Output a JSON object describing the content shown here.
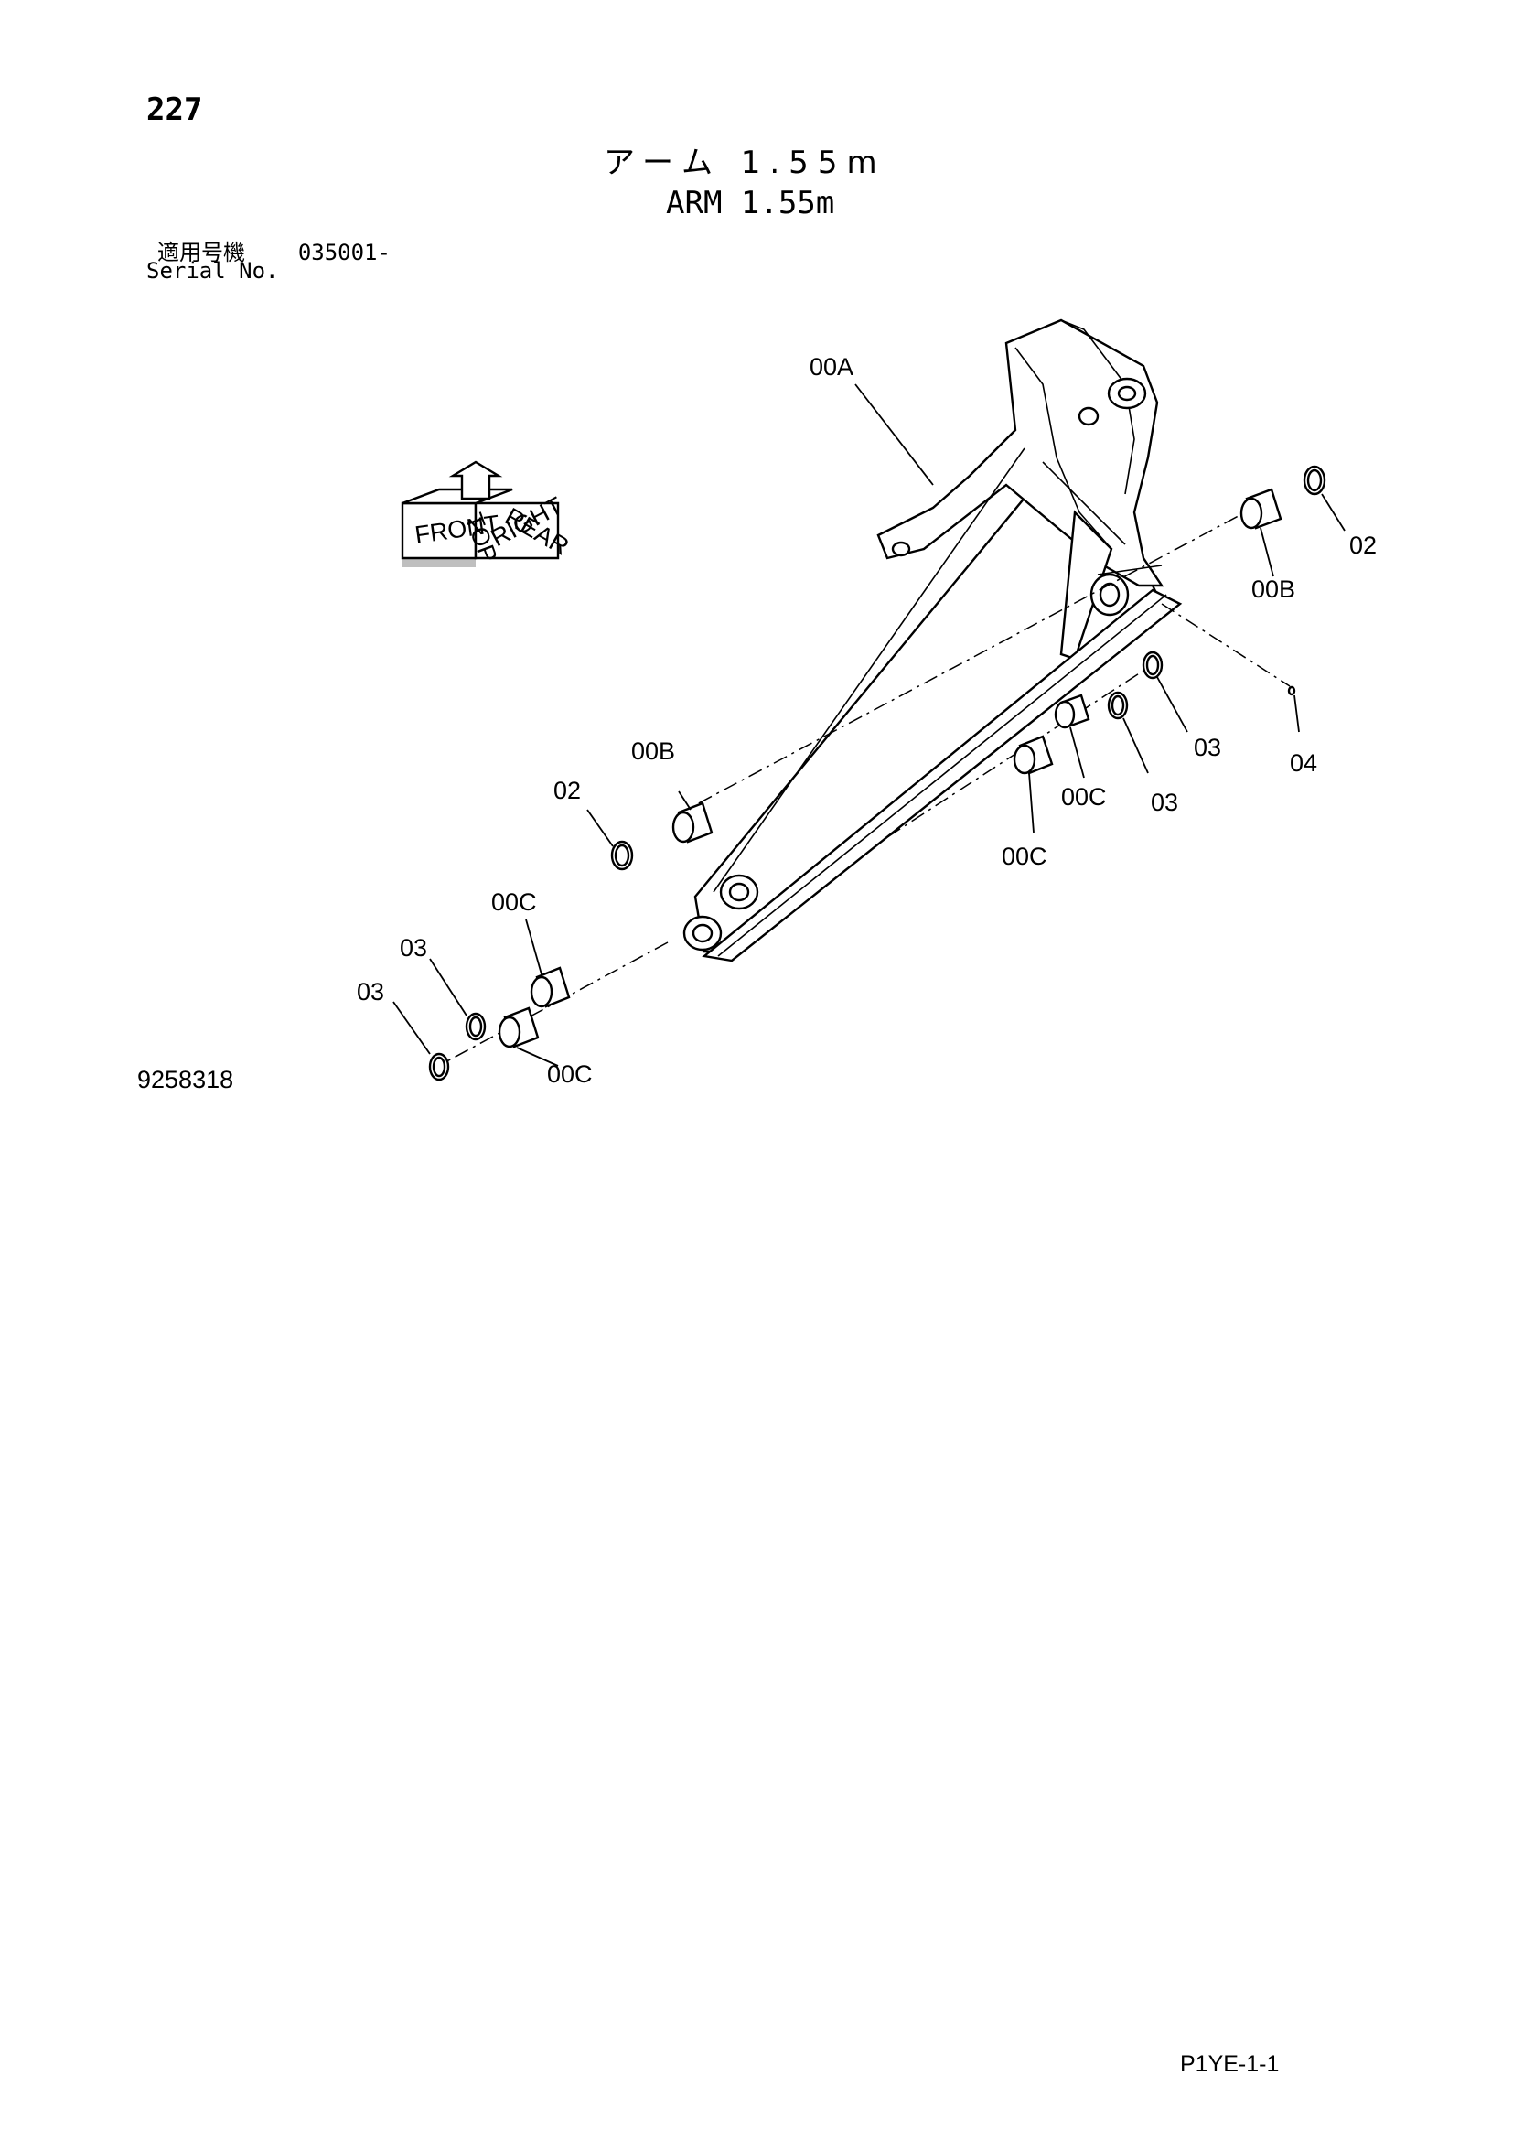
{
  "page_number": "227",
  "title_jp": "アーム 1.55m",
  "title_en": "ARM 1.55m",
  "serial_label_jp": "適用号機",
  "serial_range": "035001-",
  "serial_label_en": "Serial No.",
  "drawing_id": "9258318",
  "page_code": "P1YE-1-1",
  "orientation": {
    "top": "TOP",
    "front": "FRONT",
    "right": "RIGHT",
    "rear": "REAR"
  },
  "callouts": {
    "arm": "00A",
    "bushing_b_upper": "00B",
    "bushing_b_lower": "00B",
    "shim_02_upper": "02",
    "shim_02_lower": "02",
    "shim_03_a": "03",
    "shim_03_b": "03",
    "shim_03_c": "03",
    "shim_03_d": "03",
    "fitting_04": "04",
    "bushing_c_mid1": "00C",
    "bushing_c_mid2": "00C",
    "bushing_c_low1": "00C",
    "bushing_c_low2": "00C"
  }
}
